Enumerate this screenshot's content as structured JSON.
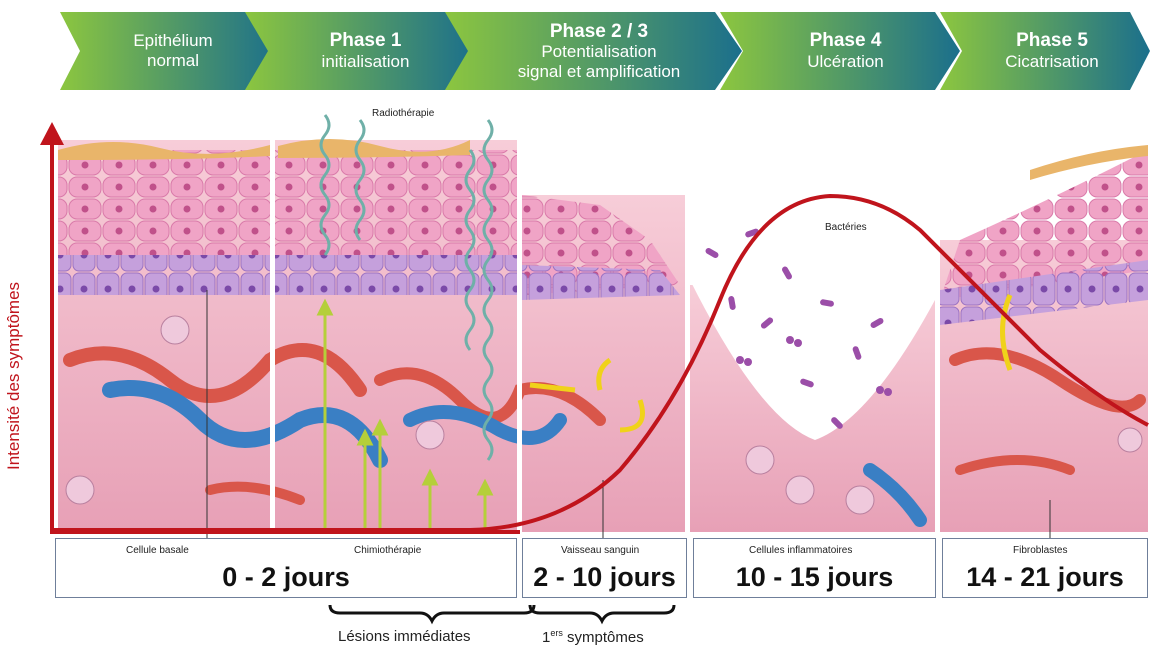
{
  "phases": [
    {
      "bold": "",
      "line1": "Epithélium",
      "line2": "normal"
    },
    {
      "bold": "Phase 1",
      "line1": "initialisation",
      "line2": ""
    },
    {
      "bold": "Phase 2 / 3",
      "line1": "Potentialisation",
      "line2": "signal et amplification"
    },
    {
      "bold": "Phase 4",
      "line1": "Ulcération",
      "line2": ""
    },
    {
      "bold": "Phase 5",
      "line1": "Cicatrisation",
      "line2": ""
    }
  ],
  "y_axis_label": "Intensité des symptômes",
  "labels": {
    "radiotherapie": "Radiothérapie",
    "bacteries": "Bactéries"
  },
  "timeline": [
    {
      "sub_left": "Cellule basale",
      "sub_right": "Chimiothérapie",
      "days": "0 - 2 jours"
    },
    {
      "sub_left": "Vaisseau sanguin",
      "sub_right": "",
      "days": "2 - 10 jours"
    },
    {
      "sub_left": "Cellules inflammatoires",
      "sub_right": "",
      "days": "10 - 15 jours"
    },
    {
      "sub_left": "Fibroblastes",
      "sub_right": "",
      "days": "14 - 21 jours"
    }
  ],
  "brackets": {
    "immediate": "Lésions immédiates",
    "first_prefix": "1",
    "first_sup": "ers",
    "first_suffix": " symptômes"
  },
  "colors": {
    "arrow_green": "#8cc63f",
    "arrow_teal": "#1b6f8c",
    "curve_red": "#c0141c",
    "tissue_pink": "#f2b6c8",
    "cell_purple": "#c79bd6",
    "vessel_red": "#d9564a",
    "vessel_blue": "#3a7fc4"
  }
}
